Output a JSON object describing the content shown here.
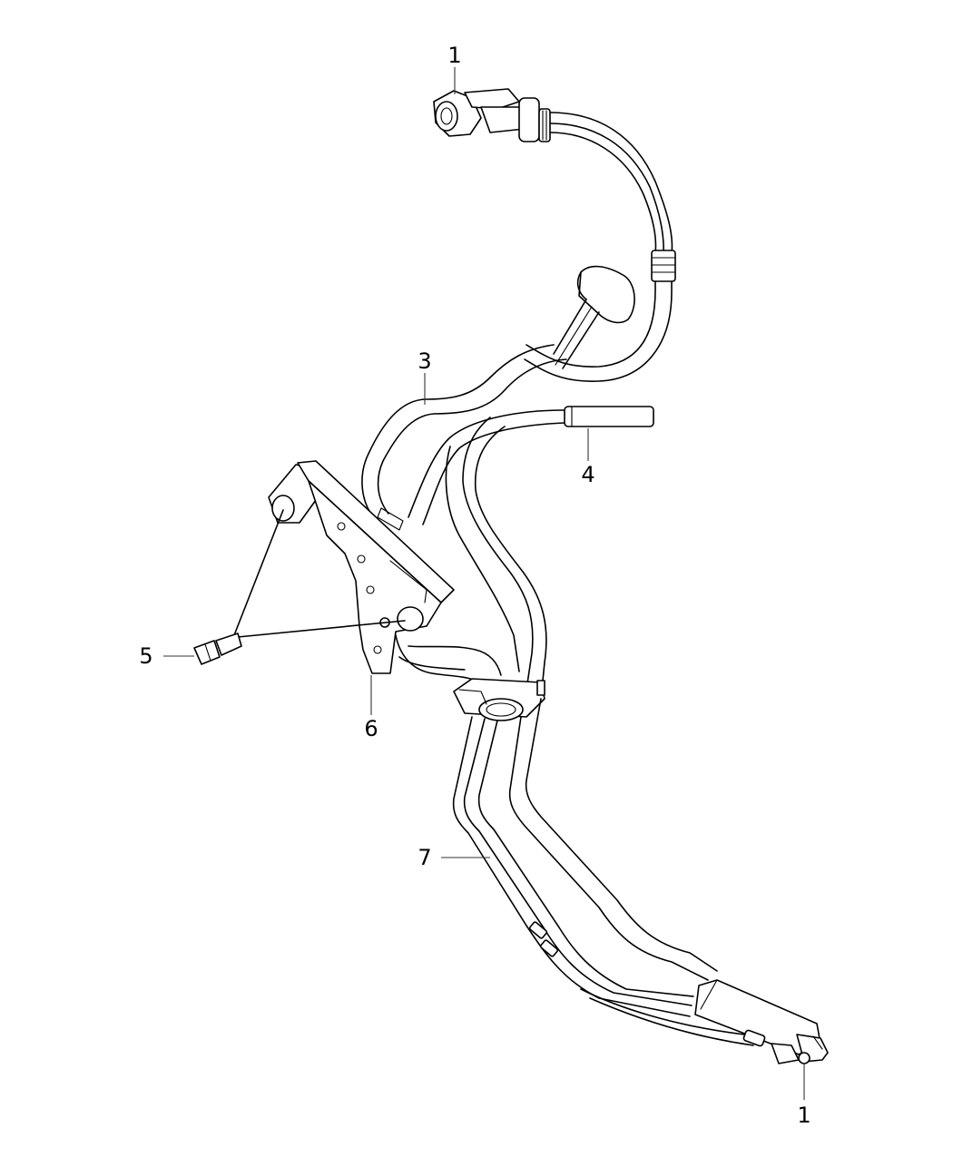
{
  "callouts": [
    {
      "id": "c1_top",
      "label": "1"
    },
    {
      "id": "c3",
      "label": "3"
    },
    {
      "id": "c4",
      "label": "4"
    },
    {
      "id": "c5",
      "label": "5"
    },
    {
      "id": "c6",
      "label": "6"
    },
    {
      "id": "c7",
      "label": "7"
    },
    {
      "id": "c1_bottom",
      "label": "1"
    }
  ]
}
